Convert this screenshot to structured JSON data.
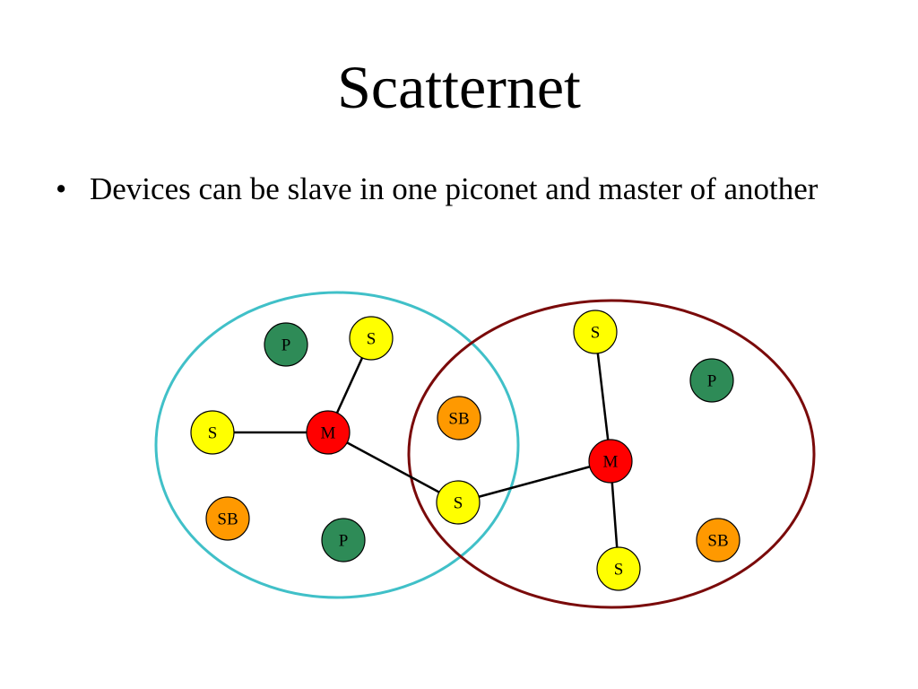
{
  "slide": {
    "title": "Scatternet",
    "bullets": [
      {
        "mark": "•",
        "text": "Devices can be slave in one piconet and master of another"
      }
    ]
  },
  "diagram": {
    "piconets": [
      {
        "id": "piconet-left",
        "color": "#40c0c8"
      },
      {
        "id": "piconet-right",
        "color": "#7a0a0a"
      }
    ],
    "node_colors": {
      "M": "#ff0000",
      "S": "#ffff00",
      "P": "#2e8b57",
      "SB": "#ff9900"
    },
    "nodes": [
      {
        "id": "left-p-top",
        "label": "P",
        "role": "P"
      },
      {
        "id": "left-s-top",
        "label": "S",
        "role": "S"
      },
      {
        "id": "left-s-left",
        "label": "S",
        "role": "S"
      },
      {
        "id": "left-m",
        "label": "M",
        "role": "M"
      },
      {
        "id": "left-sb",
        "label": "SB",
        "role": "SB"
      },
      {
        "id": "left-p-bottom",
        "label": "P",
        "role": "P"
      },
      {
        "id": "shared-s",
        "label": "S",
        "role": "S"
      },
      {
        "id": "overlap-sb",
        "label": "SB",
        "role": "SB"
      },
      {
        "id": "right-s-top",
        "label": "S",
        "role": "S"
      },
      {
        "id": "right-p",
        "label": "P",
        "role": "P"
      },
      {
        "id": "right-m",
        "label": "M",
        "role": "M"
      },
      {
        "id": "right-s-bottom",
        "label": "S",
        "role": "S"
      },
      {
        "id": "right-sb",
        "label": "SB",
        "role": "SB"
      }
    ],
    "links": [
      [
        "left-m",
        "left-s-top"
      ],
      [
        "left-m",
        "left-s-left"
      ],
      [
        "left-m",
        "shared-s"
      ],
      [
        "right-m",
        "shared-s"
      ],
      [
        "right-m",
        "right-s-top"
      ],
      [
        "right-m",
        "right-s-bottom"
      ]
    ]
  }
}
